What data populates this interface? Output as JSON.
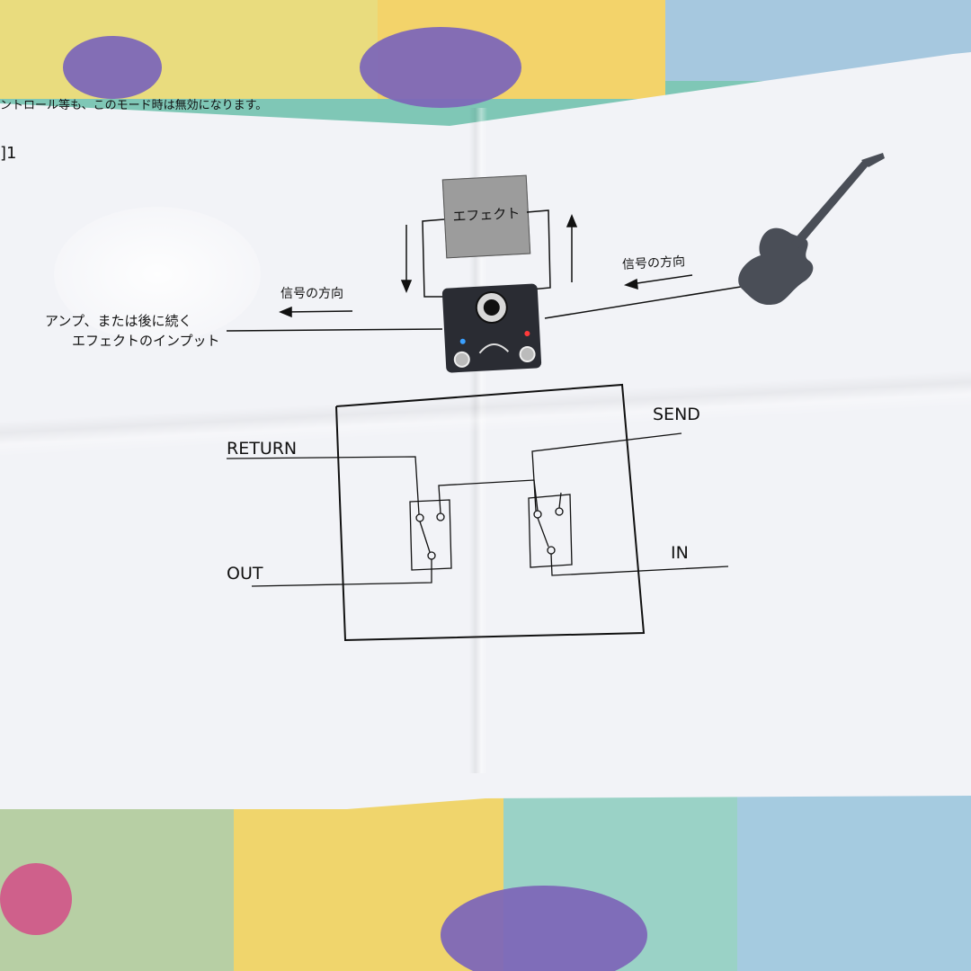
{
  "header_note": "ントロール等も、このモード時は無効になります。",
  "figure_label": "]1",
  "effect_box_label": "エフェクト",
  "signal_direction_left": "信号の方向",
  "signal_direction_right": "信号の方向",
  "amp_label_line1": "アンプ、または後に続く",
  "amp_label_line2": "エフェクトのインプット",
  "schematic": {
    "return_label": "RETURN",
    "send_label": "SEND",
    "out_label": "OUT",
    "in_label": "IN"
  },
  "colors": {
    "paper": "#f2f3f7",
    "effect_box": "#9c9c9c",
    "guitar": "#4a4e57",
    "pedal": "#2a2c33",
    "cloth_purple": "#7d67b8",
    "cloth_yellow": "#f1d96a",
    "cloth_teal": "#7fc7b6"
  },
  "icons": [
    "guitar-icon",
    "pedal-icon",
    "arrow-down-icon",
    "arrow-up-icon",
    "arrow-left-icon"
  ]
}
